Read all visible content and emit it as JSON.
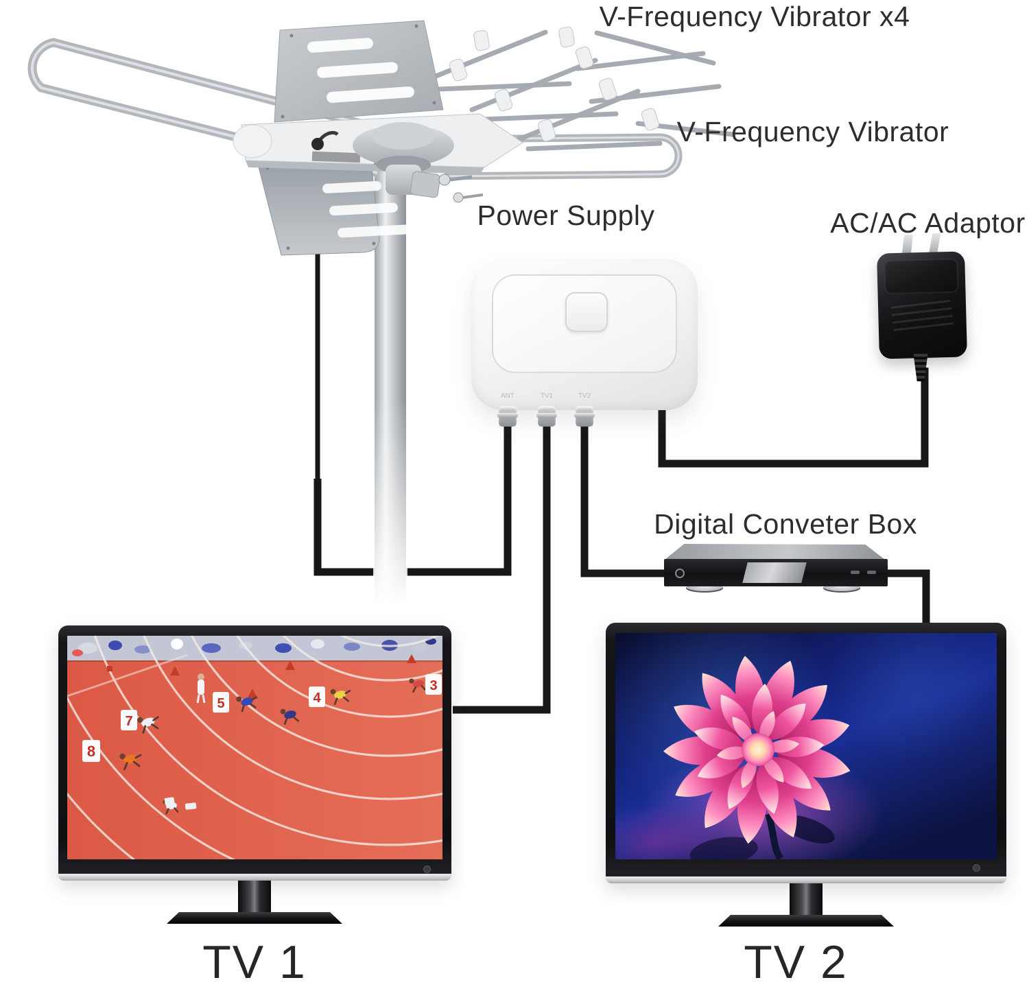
{
  "labels": {
    "vibrator_x4": "V-Frequency Vibrator x4",
    "vibrator": "V-Frequency Vibrator",
    "power_supply": "Power Supply",
    "ac_adaptor": "AC/AC Adaptor",
    "converter_box": "Digital Conveter Box",
    "tv1": "TV 1",
    "tv2": "TV 2"
  },
  "power_supply": {
    "ports": [
      {
        "label": "ANT"
      },
      {
        "label": "TV1"
      },
      {
        "label": "TV2"
      }
    ]
  },
  "tv1_screen": {
    "lane_numbers": [
      "8",
      "7",
      "5",
      "4",
      "3"
    ]
  },
  "colors": {
    "cable": "#171717",
    "label_text": "#2d2d2d",
    "track_red": "#dd5c47",
    "screen_blue": "#13227a",
    "flower_pink": "#ee3f96"
  }
}
